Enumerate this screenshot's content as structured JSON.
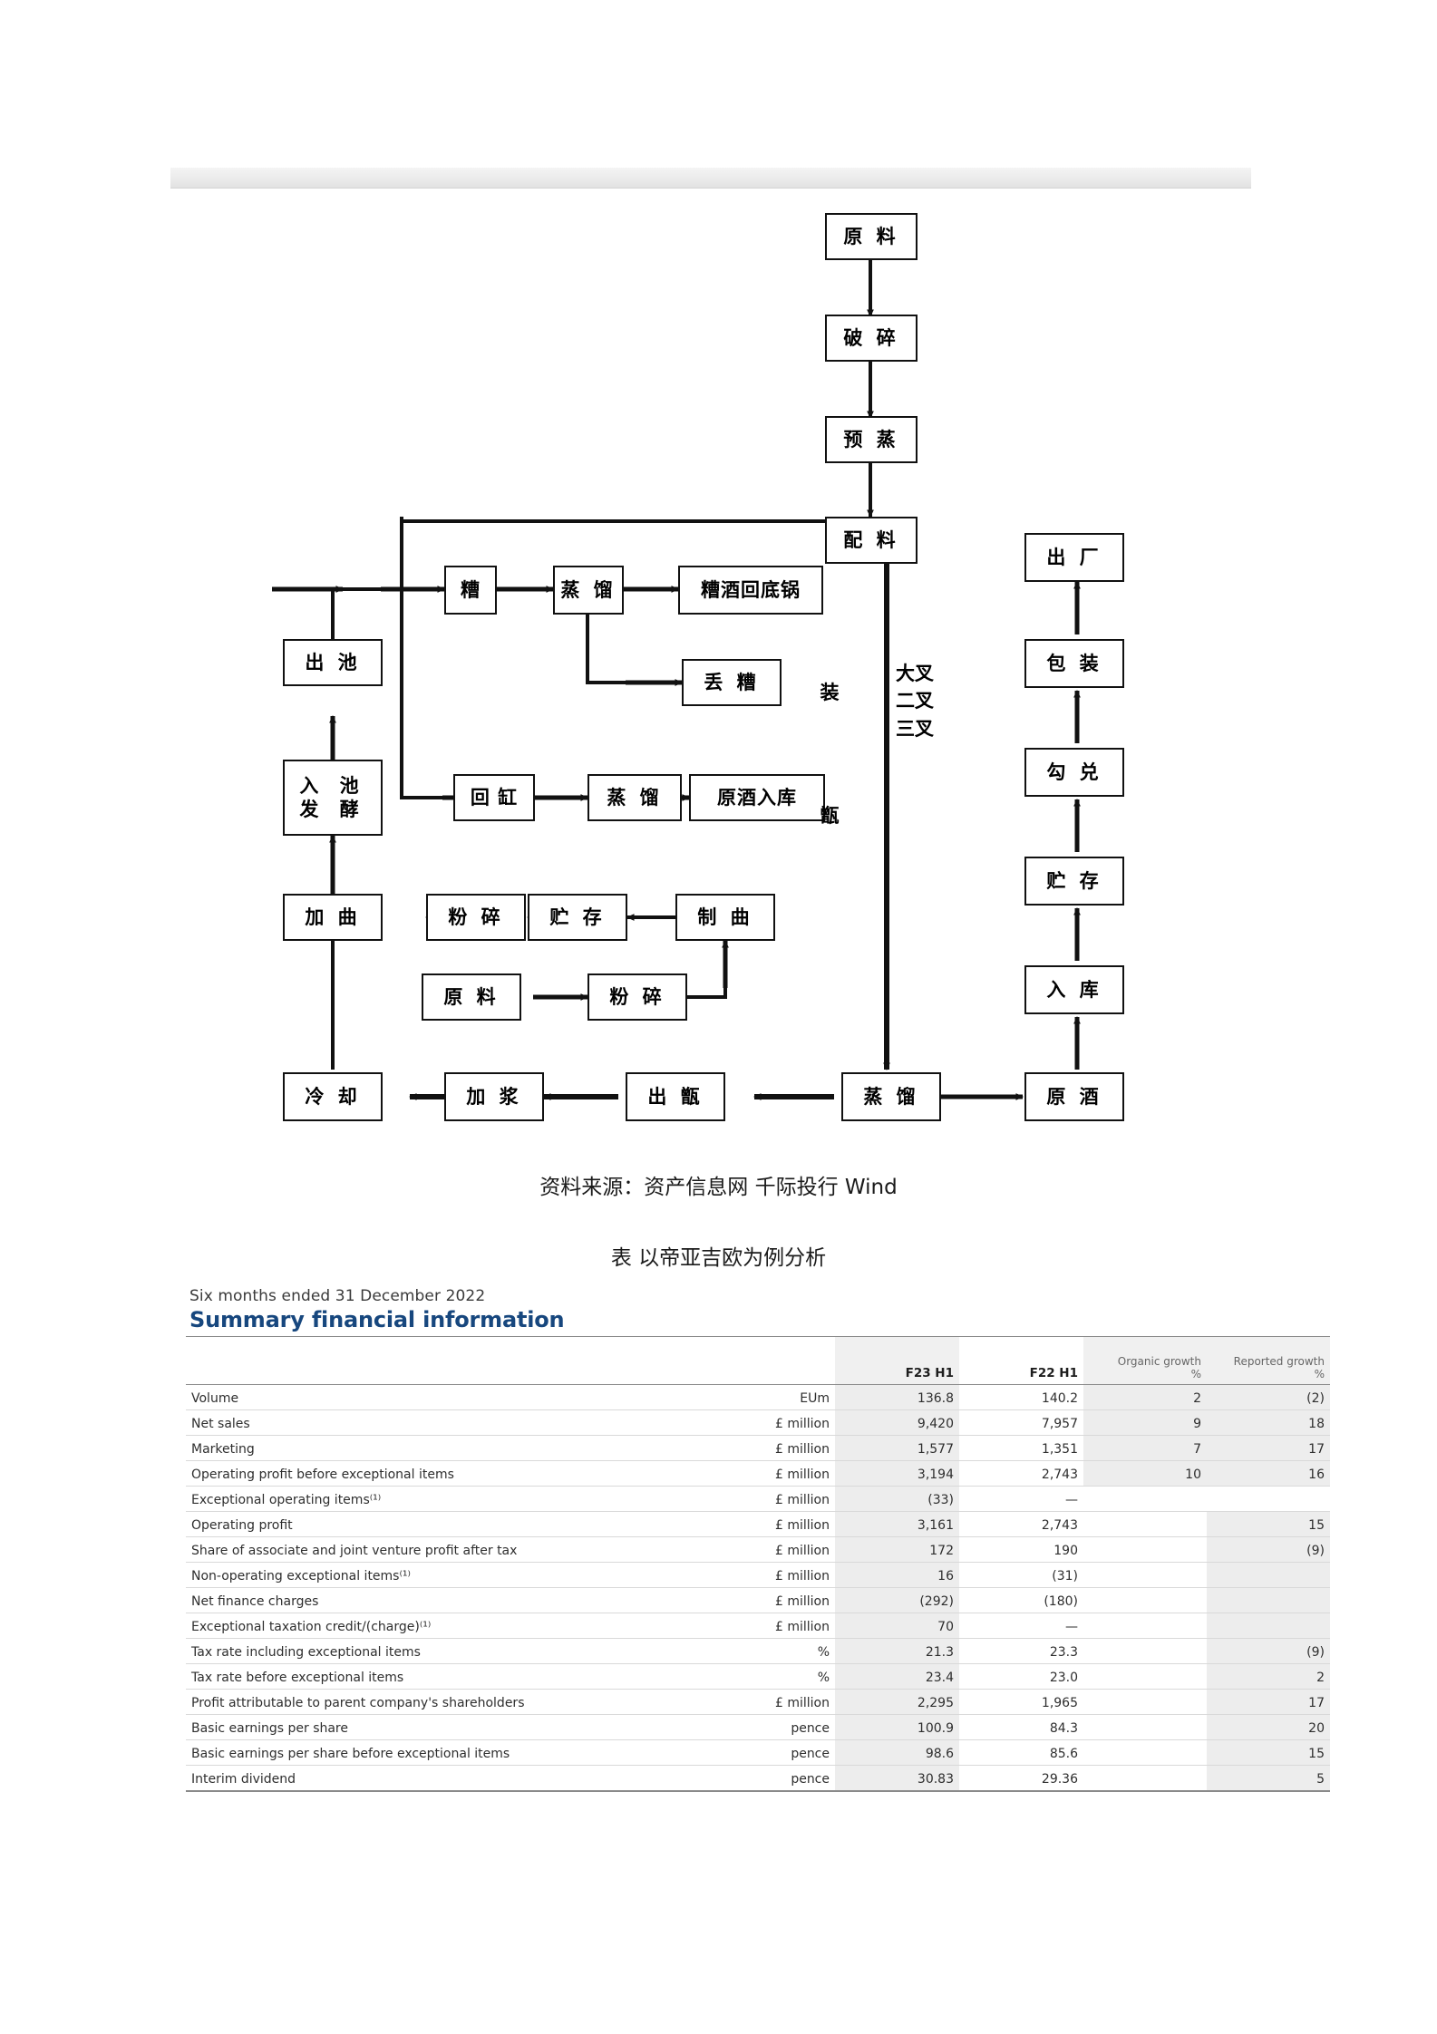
{
  "diagram": {
    "title": "baijiu-production-flow",
    "nodes": [
      {
        "id": "raw1",
        "label": "原 料"
      },
      {
        "id": "crush1",
        "label": "破 碎"
      },
      {
        "id": "presteam",
        "label": "预 蒸"
      },
      {
        "id": "mix",
        "label": "配 料"
      },
      {
        "id": "zao",
        "label": "糟"
      },
      {
        "id": "distill1",
        "label": "蒸 馏"
      },
      {
        "id": "zaojiu",
        "label": "糟酒回底锅"
      },
      {
        "id": "diuzao",
        "label": "丢 糟"
      },
      {
        "id": "chuchi",
        "label": "出 池"
      },
      {
        "id": "ruchi",
        "label": "入 池\n发 酵"
      },
      {
        "id": "huigang",
        "label": "回 缸"
      },
      {
        "id": "distill2",
        "label": "蒸 馏"
      },
      {
        "id": "yuanjiuruku",
        "label": "原酒入库"
      },
      {
        "id": "jiaqu",
        "label": "加 曲"
      },
      {
        "id": "fensui1",
        "label": "粉 碎"
      },
      {
        "id": "zhucun1",
        "label": "贮 存"
      },
      {
        "id": "zhiqu",
        "label": "制 曲"
      },
      {
        "id": "raw2",
        "label": "原 料"
      },
      {
        "id": "fensui2",
        "label": "粉 碎"
      },
      {
        "id": "lengque",
        "label": "冷 却"
      },
      {
        "id": "jiajiang",
        "label": "加 浆"
      },
      {
        "id": "chuzeng",
        "label": "出 甑"
      },
      {
        "id": "distill3",
        "label": "蒸 馏"
      },
      {
        "id": "yuanjiu",
        "label": "原 酒"
      },
      {
        "id": "ruku",
        "label": "入 库"
      },
      {
        "id": "zhucun2",
        "label": "贮 存"
      },
      {
        "id": "goudui",
        "label": "勾 兑"
      },
      {
        "id": "baozhuang",
        "label": "包 装"
      },
      {
        "id": "chuchang",
        "label": "出 厂"
      }
    ],
    "side_labels": [
      {
        "id": "zhuangzeng",
        "label": "装\n\n甑"
      },
      {
        "id": "cha-stages",
        "label": "大叉\n二叉\n三叉"
      }
    ]
  },
  "captions": {
    "source": "资料来源：资产信息网 千际投行 Wind",
    "table_title": "表 以帝亚吉欧为例分析"
  },
  "report": {
    "period": "Six months ended 31 December 2022",
    "title": "Summary financial information",
    "columns": {
      "label": "",
      "unit": "",
      "f23": "F23 H1",
      "f22": "F22 H1",
      "organic_growth": "Organic growth",
      "organic_growth_pct": "%",
      "reported_growth": "Reported growth",
      "reported_growth_pct": "%"
    },
    "rows": [
      {
        "label": "Volume",
        "unit": "EUm",
        "f23": "136.8",
        "f22": "140.2",
        "organic": "2",
        "reported": "(2)"
      },
      {
        "label": "Net sales",
        "unit": "£ million",
        "f23": "9,420",
        "f22": "7,957",
        "organic": "9",
        "reported": "18"
      },
      {
        "label": "Marketing",
        "unit": "£ million",
        "f23": "1,577",
        "f22": "1,351",
        "organic": "7",
        "reported": "17"
      },
      {
        "label": "Operating profit before exceptional items",
        "unit": "£ million",
        "f23": "3,194",
        "f22": "2,743",
        "organic": "10",
        "reported": "16"
      },
      {
        "label": "Exceptional operating items⁽¹⁾",
        "unit": "£ million",
        "f23": "(33)",
        "f22": "—",
        "organic": "",
        "reported": ""
      },
      {
        "label": "Operating profit",
        "unit": "£ million",
        "f23": "3,161",
        "f22": "2,743",
        "organic": "",
        "reported": "15"
      },
      {
        "label": "Share of associate and joint venture profit after tax",
        "unit": "£ million",
        "f23": "172",
        "f22": "190",
        "organic": "",
        "reported": "(9)"
      },
      {
        "label": "Non-operating exceptional items⁽¹⁾",
        "unit": "£ million",
        "f23": "16",
        "f22": "(31)",
        "organic": "",
        "reported": ""
      },
      {
        "label": "Net finance charges",
        "unit": "£ million",
        "f23": "(292)",
        "f22": "(180)",
        "organic": "",
        "reported": ""
      },
      {
        "label": "Exceptional taxation credit/(charge)⁽¹⁾",
        "unit": "£ million",
        "f23": "70",
        "f22": "—",
        "organic": "",
        "reported": ""
      },
      {
        "label": "Tax rate including exceptional items",
        "unit": "%",
        "f23": "21.3",
        "f22": "23.3",
        "organic": "",
        "reported": "(9)"
      },
      {
        "label": "Tax rate before exceptional items",
        "unit": "%",
        "f23": "23.4",
        "f22": "23.0",
        "organic": "",
        "reported": "2"
      },
      {
        "label": "Profit attributable to parent company's shareholders",
        "unit": "£ million",
        "f23": "2,295",
        "f22": "1,965",
        "organic": "",
        "reported": "17"
      },
      {
        "label": "Basic earnings per share",
        "unit": "pence",
        "f23": "100.9",
        "f22": "84.3",
        "organic": "",
        "reported": "20"
      },
      {
        "label": "Basic earnings per share before exceptional items",
        "unit": "pence",
        "f23": "98.6",
        "f22": "85.6",
        "organic": "",
        "reported": "15"
      },
      {
        "label": "Interim dividend",
        "unit": "pence",
        "f23": "30.83",
        "f22": "29.36",
        "organic": "",
        "reported": "5"
      }
    ]
  },
  "colors": {
    "title_blue": "#17477e",
    "highlight_gray": "#ededed",
    "rule_gray": "#8a8a8a"
  }
}
